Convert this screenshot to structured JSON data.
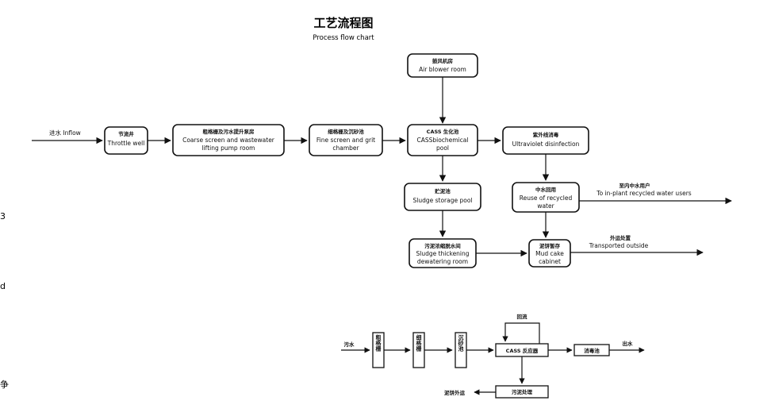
{
  "title_cn": "工艺流程图",
  "title_en": "Process flow chart",
  "main_flow": {
    "nodes": {
      "air_blower": {
        "cn": "鼓风机房",
        "en": "Air blower room"
      },
      "throttle": {
        "cn": "节流井",
        "en": "Throttle well"
      },
      "coarse": {
        "cn": "粗格栅及污水提升泵房",
        "en1": "Coarse screen and wastewater",
        "en2": "lifting pump room"
      },
      "fine": {
        "cn": "细格栅及沉砂池",
        "en1": "Fine screen and grit",
        "en2": "chamber"
      },
      "cass": {
        "cn": "CASS 生化池",
        "en1": "CASSbiochemical",
        "en2": "pool"
      },
      "uv": {
        "cn": "紫外线消毒",
        "en": "Ultraviolet disinfection"
      },
      "sludge_storage": {
        "cn": "贮泥池",
        "en": "Sludge storage pool"
      },
      "reuse": {
        "cn": "中水回用",
        "en1": "Reuse of recycled",
        "en2": "water"
      },
      "thickening": {
        "cn": "污泥浓缩脱水间",
        "en1": "Sludge thickening",
        "en2": "dewatering room"
      },
      "mud_cake": {
        "cn": "泥饼暂存",
        "en1": "Mud cake",
        "en2": "cabinet"
      }
    },
    "labels": {
      "inflow": "进水 Inflow",
      "recycled_cn": "至内中水用户",
      "recycled_en": "To in-plant recycled water users",
      "outside_cn": "外运处置",
      "outside_en": "Transported outside"
    }
  },
  "simple_flow": {
    "sewage": "污水",
    "coarse": "粗格栅",
    "fine": "细格栅",
    "grit": "沉砂池",
    "cass": "CASS 反应器",
    "backflow": "回流",
    "disinfection": "消毒池",
    "effluent": "出水",
    "sludge_treatment": "污泥处理",
    "sludge_out": "泥饼外运"
  },
  "edge_glyphs": [
    "3",
    "d",
    "争"
  ]
}
